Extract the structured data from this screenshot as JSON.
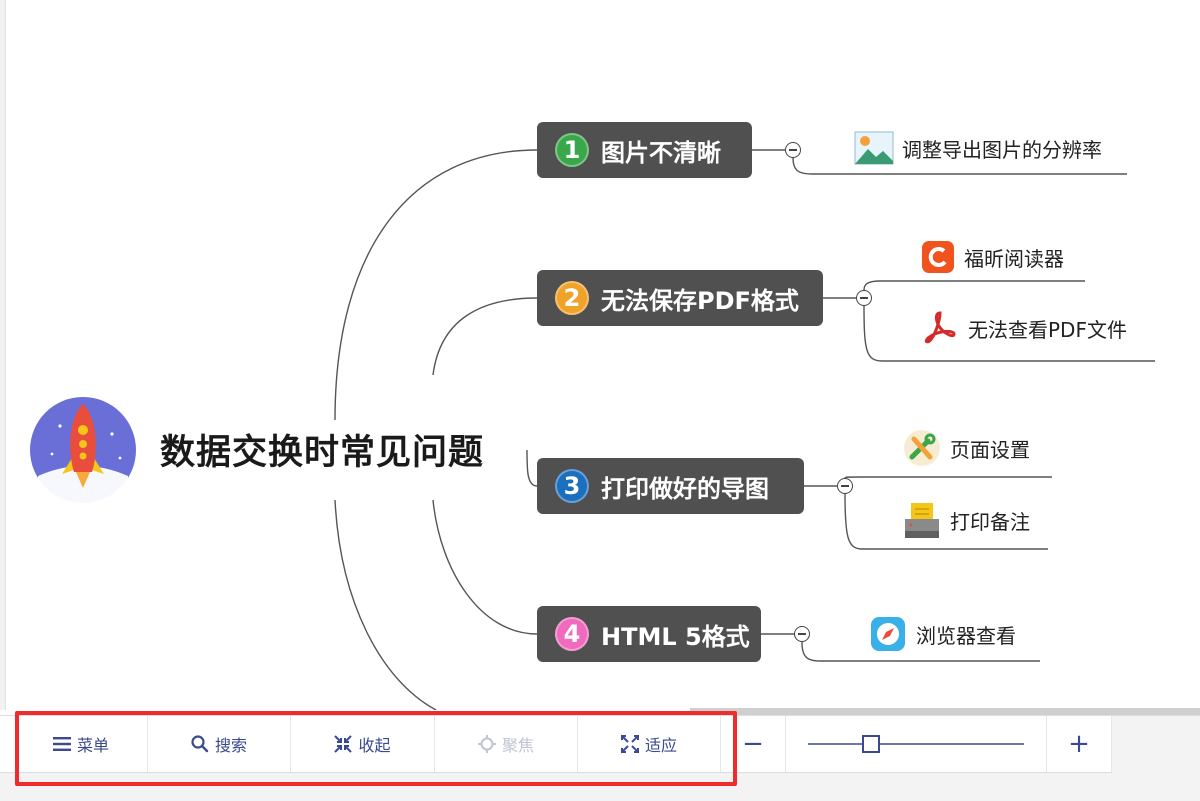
{
  "mindmap": {
    "root": {
      "title": "数据交换时常见问题",
      "icon": "rocket-icon"
    },
    "branches": [
      {
        "number": "1",
        "label": "图片不清晰",
        "badge_color": "#3aa84a",
        "leaves": [
          {
            "label": "调整导出图片的分辨率",
            "icon": "image-icon"
          }
        ]
      },
      {
        "number": "2",
        "label": "无法保存PDF格式",
        "badge_color": "#f0a229",
        "leaves": [
          {
            "label": "福昕阅读器",
            "icon": "foxit-icon"
          },
          {
            "label": "无法查看PDF文件",
            "icon": "pdf-icon"
          }
        ]
      },
      {
        "number": "3",
        "label": "打印做好的导图",
        "badge_color": "#1a6fbf",
        "leaves": [
          {
            "label": "页面设置",
            "icon": "tools-icon"
          },
          {
            "label": "打印备注",
            "icon": "printer-icon"
          }
        ]
      },
      {
        "number": "4",
        "label": "HTML 5格式",
        "badge_color": "#f06bbd",
        "leaves": [
          {
            "label": "浏览器查看",
            "icon": "compass-icon"
          }
        ]
      }
    ]
  },
  "toolbar": {
    "menu_label": "菜单",
    "search_label": "搜索",
    "collapse_label": "收起",
    "focus_label": "聚焦",
    "fit_label": "适应",
    "zoom_out": "−",
    "zoom_in": "+",
    "zoom_level": 0.3
  },
  "colors": {
    "branch_bg": "#505050",
    "toolbar_text": "#3b4a8e",
    "highlight": "#ef2b2b"
  }
}
